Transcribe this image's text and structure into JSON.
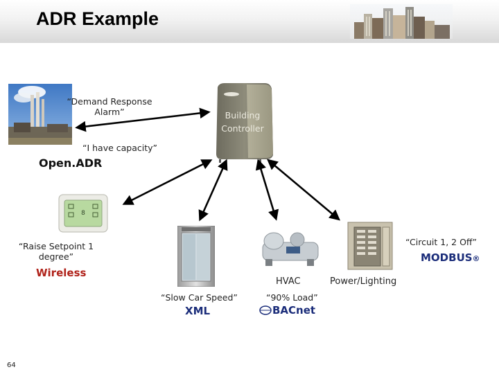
{
  "title": "ADR Example",
  "page_number": "64",
  "controller": {
    "label_line1": "Building",
    "label_line2": "Controller"
  },
  "messages": {
    "demand_response_line1": "“Demand Response",
    "demand_response_line2": "Alarm”",
    "have_capacity": "“I have capacity”",
    "raise_setpoint_line1": "“Raise Setpoint 1",
    "raise_setpoint_line2": "degree”",
    "slow_car_speed": "“Slow Car Speed”",
    "ninety_load": "“90% Load”",
    "circuit": "“Circuit 1, 2 Off”"
  },
  "protocols": {
    "openadr": "Open.ADR",
    "wireless": "Wireless",
    "xml": "XML",
    "bacnet": "BACnet",
    "modbus": "MODBUS",
    "modbus_mark": "®"
  },
  "devices": {
    "hvac": "HVAC",
    "power_lighting": "Power/Lighting"
  },
  "colors": {
    "arrow": "#000000",
    "wireless": "#b0221a",
    "protocol_blue": "#1b2d7a",
    "controller_body": "#8c8a78"
  },
  "icons": [
    "power-plant-image",
    "building-controller-image",
    "thermostat-image",
    "elevator-image",
    "chiller-image",
    "electrical-panel-image",
    "city-skyline-image"
  ]
}
